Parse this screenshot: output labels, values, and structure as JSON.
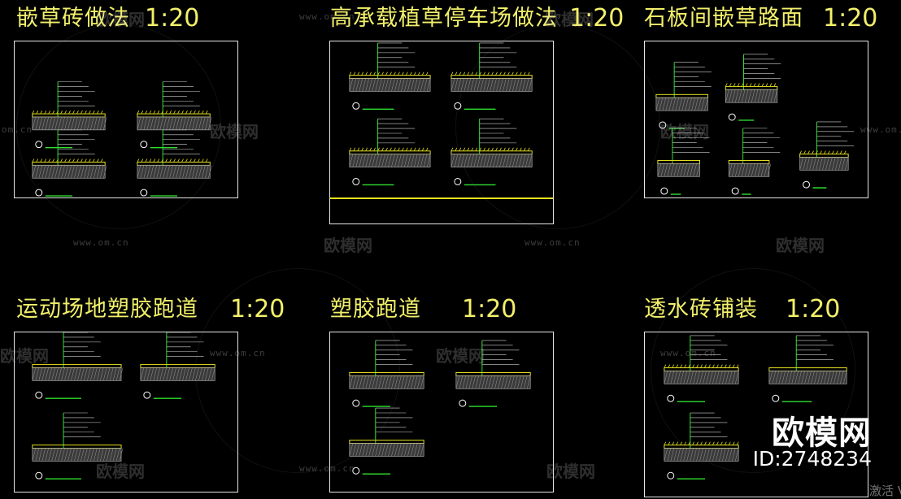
{
  "panels": [
    {
      "title": "嵌草砖做法",
      "scale": "1:20"
    },
    {
      "title": "高承载植草停车场做法",
      "scale": "1:20"
    },
    {
      "title": "石板间嵌草路面",
      "scale": "1:20"
    },
    {
      "title": "运动场地塑胶跑道",
      "scale": "1:20"
    },
    {
      "title": "塑胶跑道",
      "scale": "1:20"
    },
    {
      "title": "透水砖铺装",
      "scale": "1:20"
    }
  ],
  "watermark": {
    "brand": "欧模网",
    "url": "www.om.cn",
    "url_partial": "om.cn"
  },
  "brand": {
    "name": "欧模网",
    "id": "ID:2748234"
  },
  "activation_text": "激活 V",
  "colors": {
    "background": "#000000",
    "title": "#f2f06a",
    "frame": "#e6e6e6",
    "line_green": "#2fe02f",
    "hatch_yellow": "#e6e11e"
  }
}
